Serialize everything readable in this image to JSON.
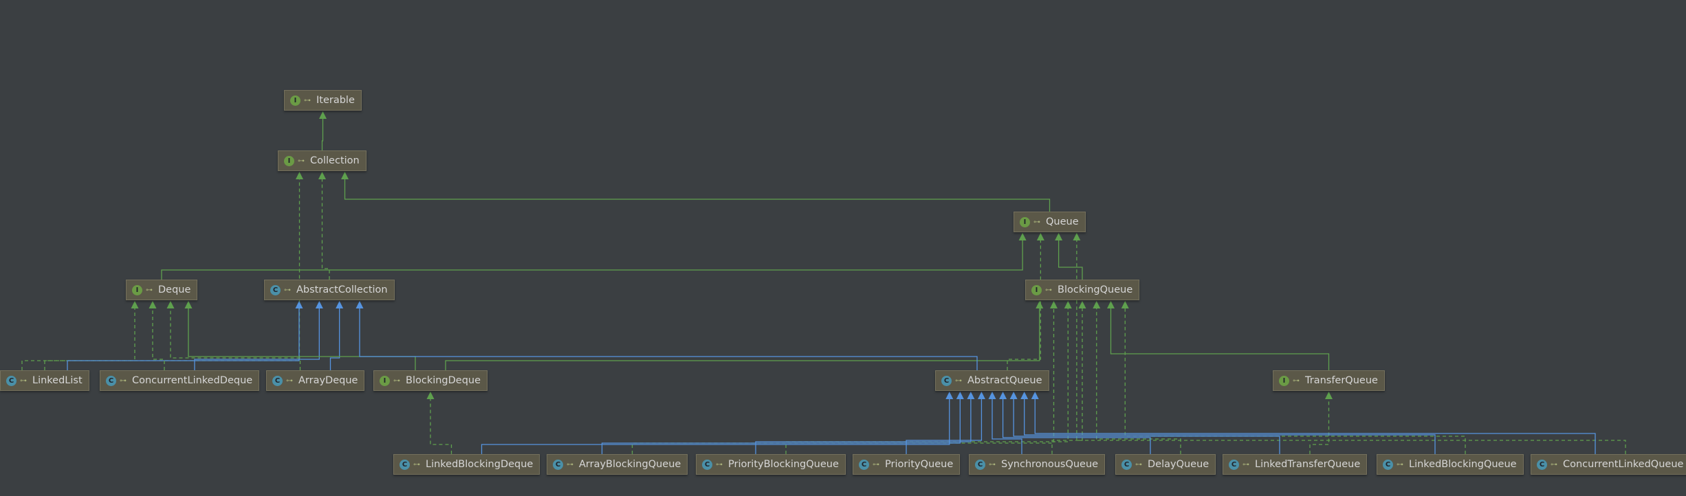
{
  "colors": {
    "background": "#3b3f42",
    "interface_badge": "#6b9b45",
    "class_badge": "#4a90a8",
    "extends_edge": "#5fa04e",
    "implements_edge": "#5fa04e",
    "class_extends_edge": "#5694e0"
  },
  "kind_letters": {
    "interface": "I",
    "class": "C"
  },
  "visibility_glyph": "⊶",
  "nodes": {
    "iterable": {
      "label": "Iterable",
      "kind": "interface"
    },
    "collection": {
      "label": "Collection",
      "kind": "interface"
    },
    "queue": {
      "label": "Queue",
      "kind": "interface"
    },
    "deque": {
      "label": "Deque",
      "kind": "interface"
    },
    "abstract_collection": {
      "label": "AbstractCollection",
      "kind": "class"
    },
    "blocking_queue": {
      "label": "BlockingQueue",
      "kind": "interface"
    },
    "linked_list": {
      "label": "LinkedList",
      "kind": "class"
    },
    "concurrent_linked_deque": {
      "label": "ConcurrentLinkedDeque",
      "kind": "class"
    },
    "array_deque": {
      "label": "ArrayDeque",
      "kind": "class"
    },
    "blocking_deque": {
      "label": "BlockingDeque",
      "kind": "interface"
    },
    "abstract_queue": {
      "label": "AbstractQueue",
      "kind": "class"
    },
    "transfer_queue": {
      "label": "TransferQueue",
      "kind": "interface"
    },
    "linked_blocking_deque": {
      "label": "LinkedBlockingDeque",
      "kind": "class"
    },
    "array_blocking_queue": {
      "label": "ArrayBlockingQueue",
      "kind": "class"
    },
    "priority_blocking_queue": {
      "label": "PriorityBlockingQueue",
      "kind": "class"
    },
    "priority_queue": {
      "label": "PriorityQueue",
      "kind": "class"
    },
    "synchronous_queue": {
      "label": "SynchronousQueue",
      "kind": "class"
    },
    "delay_queue": {
      "label": "DelayQueue",
      "kind": "class"
    },
    "linked_transfer_queue": {
      "label": "LinkedTransferQueue",
      "kind": "class"
    },
    "linked_blocking_queue": {
      "label": "LinkedBlockingQueue",
      "kind": "class"
    },
    "concurrent_linked_queue": {
      "label": "ConcurrentLinkedQueue",
      "kind": "class"
    }
  },
  "edges": [
    {
      "from": "collection",
      "to": "iterable",
      "type": "extends"
    },
    {
      "from": "queue",
      "to": "collection",
      "type": "extends"
    },
    {
      "from": "deque",
      "to": "queue",
      "type": "extends"
    },
    {
      "from": "abstract_collection",
      "to": "collection",
      "type": "implements"
    },
    {
      "from": "blocking_queue",
      "to": "queue",
      "type": "extends"
    },
    {
      "from": "abstract_queue",
      "to": "queue",
      "type": "implements"
    },
    {
      "from": "concurrent_linked_queue",
      "to": "queue",
      "type": "implements"
    },
    {
      "from": "linked_list",
      "to": "collection",
      "type": "implements"
    },
    {
      "from": "linked_list",
      "to": "deque",
      "type": "implements"
    },
    {
      "from": "linked_list",
      "to": "abstract_collection",
      "type": "class_extends"
    },
    {
      "from": "concurrent_linked_deque",
      "to": "deque",
      "type": "implements"
    },
    {
      "from": "concurrent_linked_deque",
      "to": "abstract_collection",
      "type": "class_extends"
    },
    {
      "from": "array_deque",
      "to": "deque",
      "type": "implements"
    },
    {
      "from": "array_deque",
      "to": "abstract_collection",
      "type": "class_extends"
    },
    {
      "from": "blocking_deque",
      "to": "deque",
      "type": "extends"
    },
    {
      "from": "blocking_deque",
      "to": "blocking_queue",
      "type": "extends"
    },
    {
      "from": "abstract_queue",
      "to": "abstract_collection",
      "type": "class_extends"
    },
    {
      "from": "transfer_queue",
      "to": "blocking_queue",
      "type": "extends"
    },
    {
      "from": "linked_blocking_deque",
      "to": "blocking_deque",
      "type": "implements"
    },
    {
      "from": "array_blocking_queue",
      "to": "blocking_queue",
      "type": "implements"
    },
    {
      "from": "priority_blocking_queue",
      "to": "blocking_queue",
      "type": "implements"
    },
    {
      "from": "synchronous_queue",
      "to": "blocking_queue",
      "type": "implements"
    },
    {
      "from": "delay_queue",
      "to": "blocking_queue",
      "type": "implements"
    },
    {
      "from": "linked_blocking_queue",
      "to": "blocking_queue",
      "type": "implements"
    },
    {
      "from": "linked_transfer_queue",
      "to": "transfer_queue",
      "type": "implements"
    },
    {
      "from": "linked_blocking_deque",
      "to": "abstract_queue",
      "type": "class_extends"
    },
    {
      "from": "array_blocking_queue",
      "to": "abstract_queue",
      "type": "class_extends"
    },
    {
      "from": "priority_blocking_queue",
      "to": "abstract_queue",
      "type": "class_extends"
    },
    {
      "from": "priority_queue",
      "to": "abstract_queue",
      "type": "class_extends"
    },
    {
      "from": "synchronous_queue",
      "to": "abstract_queue",
      "type": "class_extends"
    },
    {
      "from": "delay_queue",
      "to": "abstract_queue",
      "type": "class_extends"
    },
    {
      "from": "linked_transfer_queue",
      "to": "abstract_queue",
      "type": "class_extends"
    },
    {
      "from": "linked_blocking_queue",
      "to": "abstract_queue",
      "type": "class_extends"
    },
    {
      "from": "concurrent_linked_queue",
      "to": "abstract_queue",
      "type": "class_extends"
    }
  ]
}
